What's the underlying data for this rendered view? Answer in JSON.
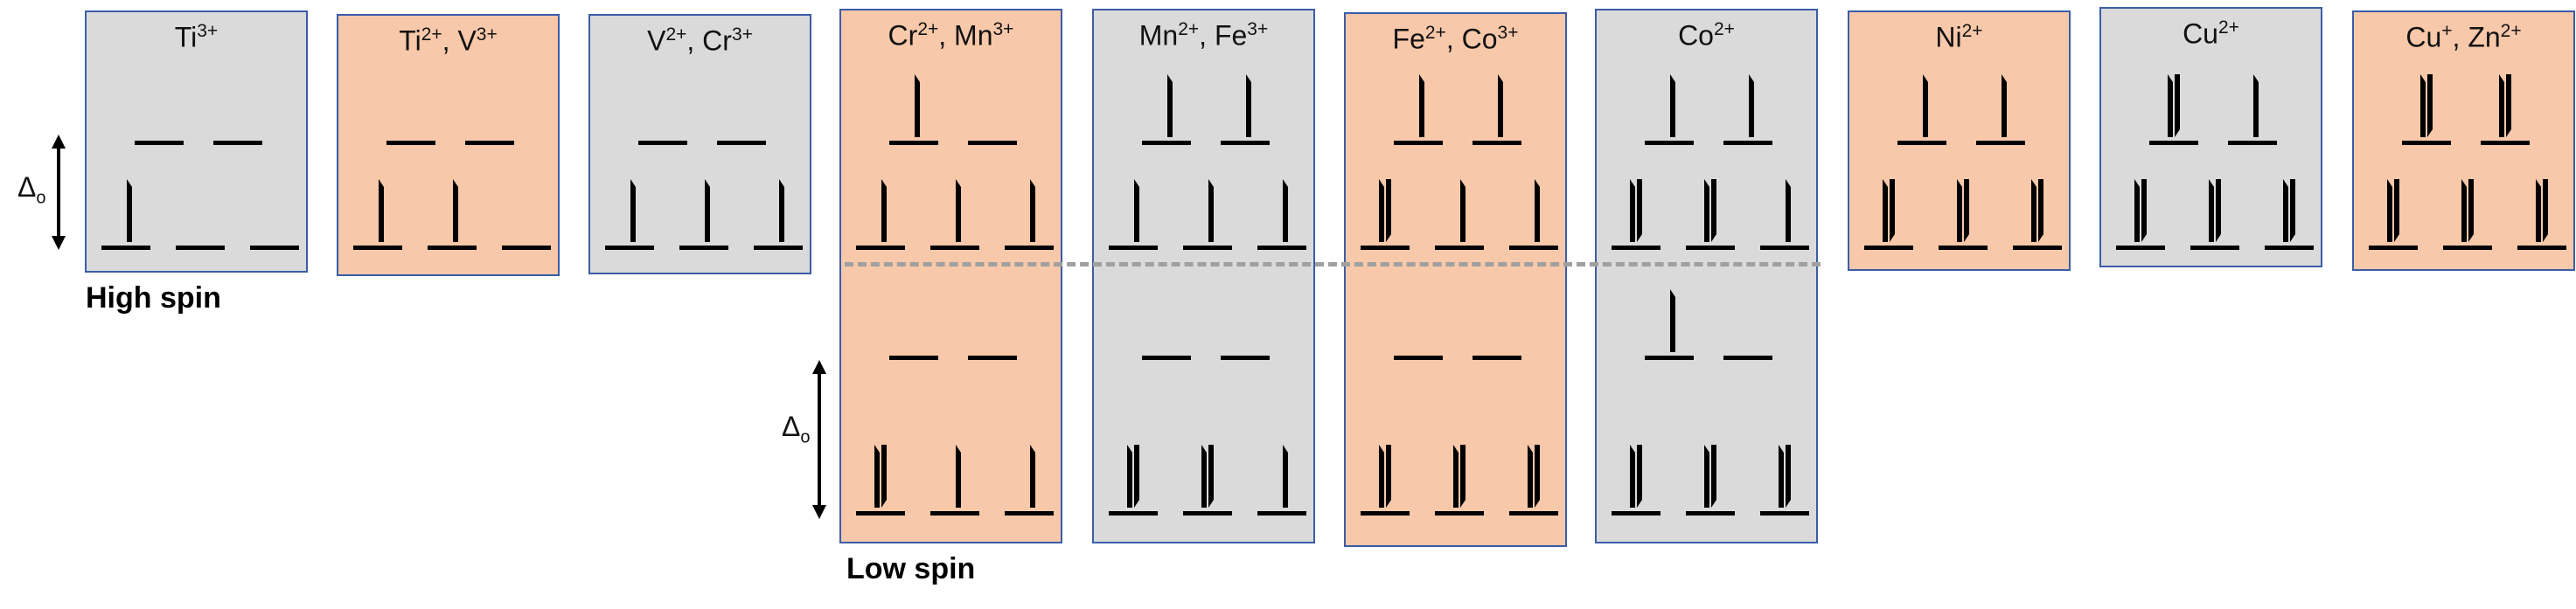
{
  "high_spin_label": "High spin",
  "low_spin_label": "Low spin",
  "delta_symbol": "Δ",
  "delta_subscript": "o",
  "colors": {
    "gray": "#dadada",
    "peach": "#f7c8a9",
    "border": "#3a5da8",
    "dash": "#a0a0a0"
  },
  "boxes": [
    {
      "ion": [
        [
          "Ti",
          "3+"
        ]
      ],
      "theme": "gray",
      "eg": [
        "",
        ""
      ],
      "t2g": [
        "up",
        "",
        ""
      ]
    },
    {
      "ion": [
        [
          "Ti",
          "2+"
        ],
        [
          "V",
          "3+"
        ]
      ],
      "theme": "peach",
      "eg": [
        "",
        ""
      ],
      "t2g": [
        "up",
        "up",
        ""
      ]
    },
    {
      "ion": [
        [
          "V",
          "2+"
        ],
        [
          "Cr",
          "3+"
        ]
      ],
      "theme": "gray",
      "eg": [
        "",
        ""
      ],
      "t2g": [
        "up",
        "up",
        "up"
      ]
    },
    {
      "ion": [
        [
          "Cr",
          "2+"
        ],
        [
          "Mn",
          "3+"
        ]
      ],
      "theme": "peach",
      "eg": [
        "up",
        ""
      ],
      "t2g": [
        "up",
        "up",
        "up"
      ],
      "ls_eg": [
        "",
        ""
      ],
      "ls_t2g": [
        "pair",
        "up",
        "up"
      ]
    },
    {
      "ion": [
        [
          "Mn",
          "2+"
        ],
        [
          "Fe",
          "3+"
        ]
      ],
      "theme": "gray",
      "eg": [
        "up",
        "up"
      ],
      "t2g": [
        "up",
        "up",
        "up"
      ],
      "ls_eg": [
        "",
        ""
      ],
      "ls_t2g": [
        "pair",
        "pair",
        "up"
      ]
    },
    {
      "ion": [
        [
          "Fe",
          "2+"
        ],
        [
          "Co",
          "3+"
        ]
      ],
      "theme": "peach",
      "eg": [
        "up",
        "up"
      ],
      "t2g": [
        "pair",
        "up",
        "up"
      ],
      "ls_eg": [
        "",
        ""
      ],
      "ls_t2g": [
        "pair",
        "pair",
        "pair"
      ]
    },
    {
      "ion": [
        [
          "Co",
          "2+"
        ]
      ],
      "theme": "gray",
      "eg": [
        "up",
        "up"
      ],
      "t2g": [
        "pair",
        "pair",
        "up"
      ],
      "ls_eg": [
        "up",
        ""
      ],
      "ls_t2g": [
        "pair",
        "pair",
        "pair"
      ]
    },
    {
      "ion": [
        [
          "Ni",
          "2+"
        ]
      ],
      "theme": "peach",
      "eg": [
        "up",
        "up"
      ],
      "t2g": [
        "pair",
        "pair",
        "pair"
      ]
    },
    {
      "ion": [
        [
          "Cu",
          "2+"
        ]
      ],
      "theme": "gray",
      "eg": [
        "pair",
        "up"
      ],
      "t2g": [
        "pair",
        "pair",
        "pair"
      ]
    },
    {
      "ion": [
        [
          "Cu",
          "+"
        ],
        [
          "Zn",
          "2+"
        ]
      ],
      "theme": "peach",
      "eg": [
        "pair",
        "pair"
      ],
      "t2g": [
        "pair",
        "pair",
        "pair"
      ]
    }
  ]
}
